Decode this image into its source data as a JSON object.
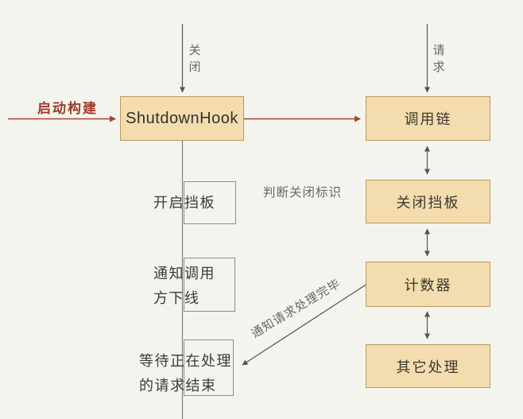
{
  "diagram_title": "shutdown-hook-flowchart",
  "colors": {
    "background": "#f4f4ee",
    "node_fill": "#f3dcae",
    "node_border": "#bd975c",
    "red_accent": "#a8402f",
    "gray_line": "#55544e",
    "text_dark": "#3b3a34",
    "text_gray": "#68675f"
  },
  "nodes": {
    "shutdown_hook": {
      "label": "ShutdownHook"
    },
    "call_chain": {
      "label": "调用链"
    },
    "close_baffle": {
      "label": "关闭挡板"
    },
    "counter": {
      "label": "计数器"
    },
    "other_processing": {
      "label": "其它处理"
    },
    "open_baffle": {
      "label": "开启挡板"
    },
    "notify_caller_offline": {
      "line1": "通知调用",
      "line2": "方下线"
    },
    "wait_requests_finish": {
      "line1": "等待正在处理",
      "line2": "的请求结束"
    }
  },
  "edge_labels": {
    "close": "关闭",
    "request": "请求",
    "start_build": "启动构建",
    "check_close_flag": "判断关闭标识",
    "notify_request_done": "通知请求处理完毕"
  }
}
